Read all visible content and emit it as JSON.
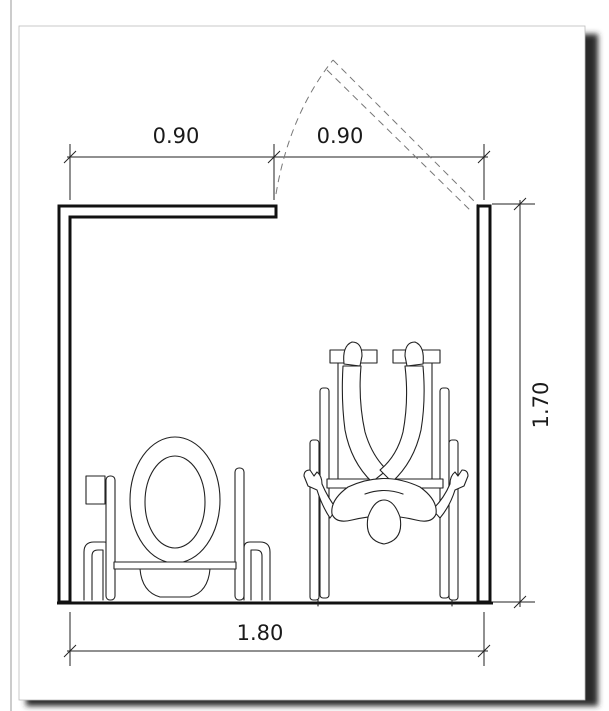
{
  "dimensions": {
    "top_left_width": "0.90",
    "top_right_door_width": "0.90",
    "overall_width": "1.80",
    "overall_depth": "1.70"
  },
  "colors": {
    "background": "#ffffff",
    "lines": "#111111",
    "shadow": "#2a2a2a",
    "door_swing": "#777777"
  }
}
